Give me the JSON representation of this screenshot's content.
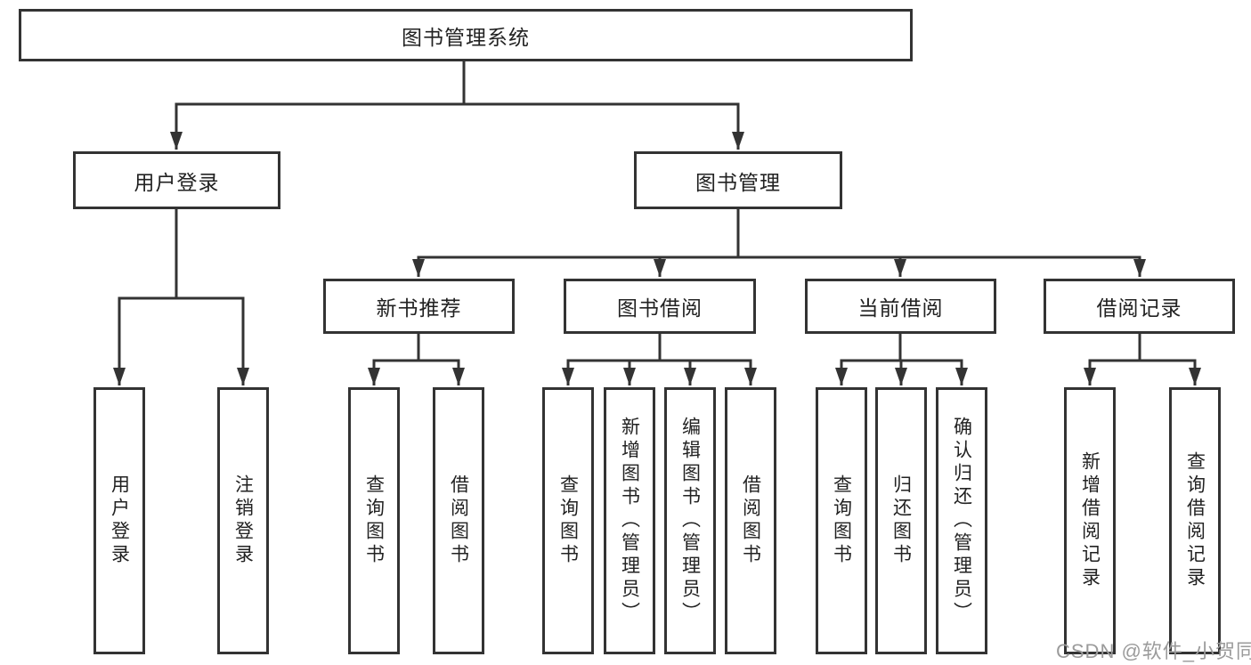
{
  "nodes": {
    "root": "图书管理系统",
    "level2": {
      "user_login": "用户登录",
      "book_mgmt": "图书管理"
    },
    "level3": {
      "new_books": "新书推荐",
      "book_borrow": "图书借阅",
      "current_borrow": "当前借阅",
      "borrow_records": "借阅记录"
    },
    "leaves": {
      "login": [
        "用户登录",
        "注销登录"
      ],
      "new_books": [
        "查询图书",
        "借阅图书"
      ],
      "book_borrow": [
        "查询图书",
        "新增图书（管理员）",
        "编辑图书（管理员）",
        "借阅图书"
      ],
      "current_borrow": [
        "查询图书",
        "归还图书",
        "确认归还（管理员）"
      ],
      "borrow_records": [
        "新增借阅记录",
        "查询借阅记录"
      ]
    }
  },
  "watermark": "CSDN @软件_小贺同学",
  "colors": {
    "line": "#333333",
    "box_border": "#333333",
    "text": "#222222",
    "watermark_text": "#9b9b9b",
    "background": "#ffffff"
  }
}
